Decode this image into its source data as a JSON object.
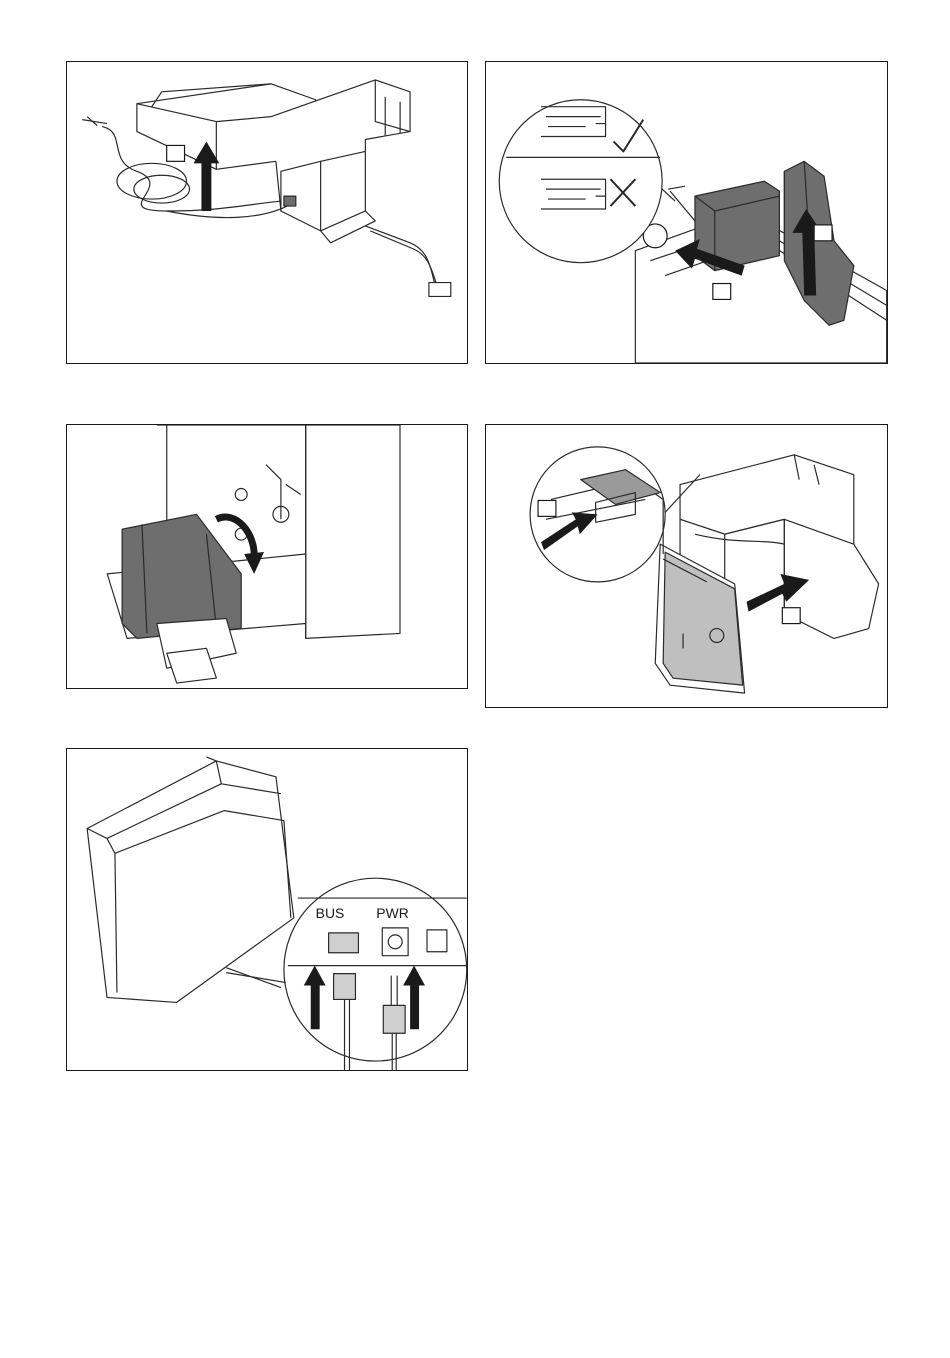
{
  "figures": [
    {
      "id": "fig1",
      "callouts": []
    },
    {
      "id": "fig2",
      "callouts": []
    },
    {
      "id": "fig3",
      "callouts": []
    },
    {
      "id": "fig4",
      "callouts": []
    },
    {
      "id": "fig5",
      "callouts": []
    }
  ],
  "ports": {
    "bus_label": "BUS",
    "pwr_label": "PWR"
  },
  "icons": [
    "up-arrow-icon",
    "left-arrow-icon",
    "curved-arrow-icon",
    "check-mark-icon",
    "cross-mark-icon"
  ]
}
